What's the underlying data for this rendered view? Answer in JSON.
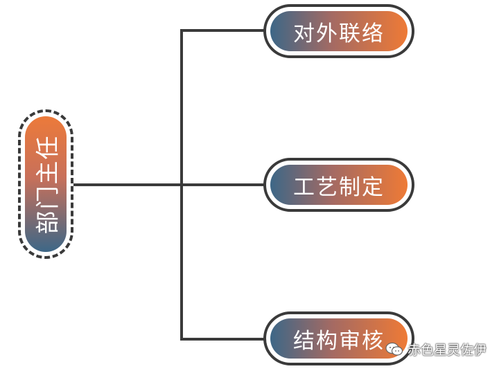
{
  "root": {
    "label": "部门主任"
  },
  "branches": [
    {
      "label": "对外联络"
    },
    {
      "label": "工艺制定"
    },
    {
      "label": "结构审核"
    }
  ],
  "watermark": {
    "text": "赤色星灵佐伊",
    "icon": "wechat-icon"
  },
  "colors": {
    "line": "#3a3a3a",
    "orange": "#ee7a36",
    "blue": "#3d6787"
  }
}
